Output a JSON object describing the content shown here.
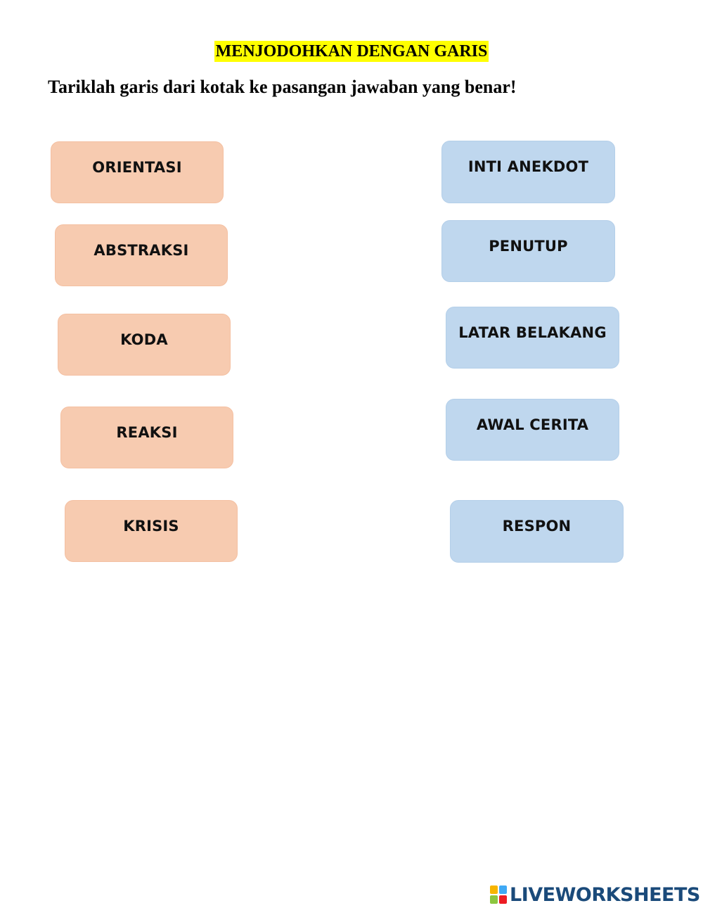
{
  "header": {
    "title": "MENJODOHKAN DENGAN GARIS",
    "instruction": "Tariklah garis dari kotak ke pasangan jawaban yang benar!"
  },
  "left_items": [
    {
      "label": "ORIENTASI"
    },
    {
      "label": "ABSTRAKSI"
    },
    {
      "label": "KODA"
    },
    {
      "label": "REAKSI"
    },
    {
      "label": "KRISIS"
    }
  ],
  "right_items": [
    {
      "label": "INTI ANEKDOT"
    },
    {
      "label": "PENUTUP"
    },
    {
      "label": "LATAR BELAKANG"
    },
    {
      "label": "AWAL CERITA"
    },
    {
      "label": "RESPON"
    }
  ],
  "footer": {
    "brand": "LIVEWORKSHEETS",
    "logo_colors": [
      "#f7b500",
      "#3fa9f5",
      "#8cc63f",
      "#ed1c24"
    ]
  },
  "colors": {
    "title_highlight": "#ffff00",
    "left_box": "#f7cbb0",
    "right_box": "#bfd7ee"
  }
}
